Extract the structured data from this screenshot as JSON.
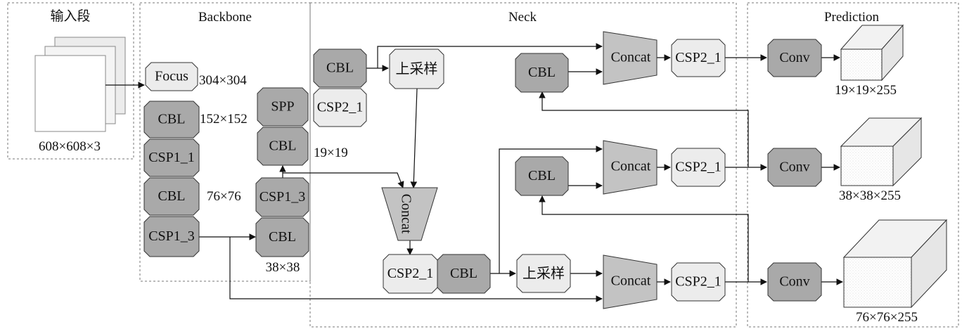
{
  "sections": {
    "input": "输入段",
    "backbone": "Backbone",
    "neck": "Neck",
    "prediction": "Prediction"
  },
  "nodes": {
    "focus": "Focus",
    "bb_cbl1": "CBL",
    "bb_csp1_1": "CSP1_1",
    "bb_cbl2": "CBL",
    "bb_csp1_3a": "CSP1_3",
    "spp": "SPP",
    "bb_cbl3": "CBL",
    "bb_csp1_3b": "CSP1_3",
    "bb_cbl4": "CBL",
    "nk_cbl_top": "CBL",
    "nk_csp2_top": "CSP2_1",
    "upsample_top": "上采样",
    "concat_mid": "Concat",
    "nk_csp2_bottom": "CSP2_1",
    "nk_cbl_bottom": "CBL",
    "upsample_bottom": "上采样",
    "cbl_r1": "CBL",
    "cbl_r2": "CBL",
    "concat_r1": "Concat",
    "concat_r2": "Concat",
    "concat_r3": "Concat",
    "csp_r1": "CSP2_1",
    "csp_r2": "CSP2_1",
    "csp_r3": "CSP2_1",
    "conv1": "Conv",
    "conv2": "Conv",
    "conv3": "Conv"
  },
  "sizes": {
    "input": "608×608×3",
    "focus": "304×304",
    "cbl1": "152×152",
    "csp": "76×76",
    "cbl3": "19×19",
    "cbl4": "38×38",
    "out1": "19×19×255",
    "out2": "38×38×255",
    "out3": "76×76×255"
  },
  "colors": {
    "dark_node": "#a9a9a9",
    "light_node": "#ececec",
    "trapezoid": "#c3c3c3",
    "stroke": "#333333"
  }
}
